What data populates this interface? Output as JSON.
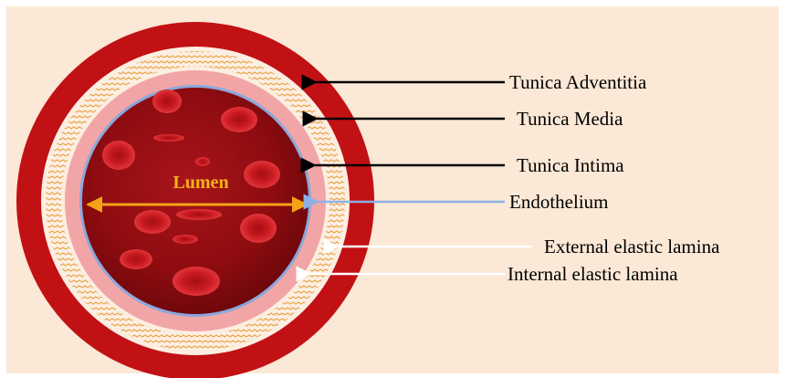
{
  "diagram": {
    "lumen_label": "Lumen",
    "labels": {
      "adventitia": "Tunica Adventitia",
      "media": "Tunica Media",
      "intima": "Tunica Intima",
      "endothelium": "Endothelium",
      "external_elastic": "External elastic lamina",
      "internal_elastic": "Internal elastic lamina"
    },
    "colors": {
      "background": "#fbe8d6",
      "adventitia": "#c21114",
      "elastic_band": "#fdeee2",
      "wavy_fibers": "#e7a64c",
      "media_pink": "#f2a5a6",
      "endothelium": "#8aa7dc",
      "lumen": "#8e0c10",
      "lumen_arrow": "#f4a318",
      "lumen_text": "#f5b11c",
      "arrow_black": "#000000",
      "arrow_blue": "#8db1e6",
      "arrow_white": "#ffffff"
    }
  }
}
